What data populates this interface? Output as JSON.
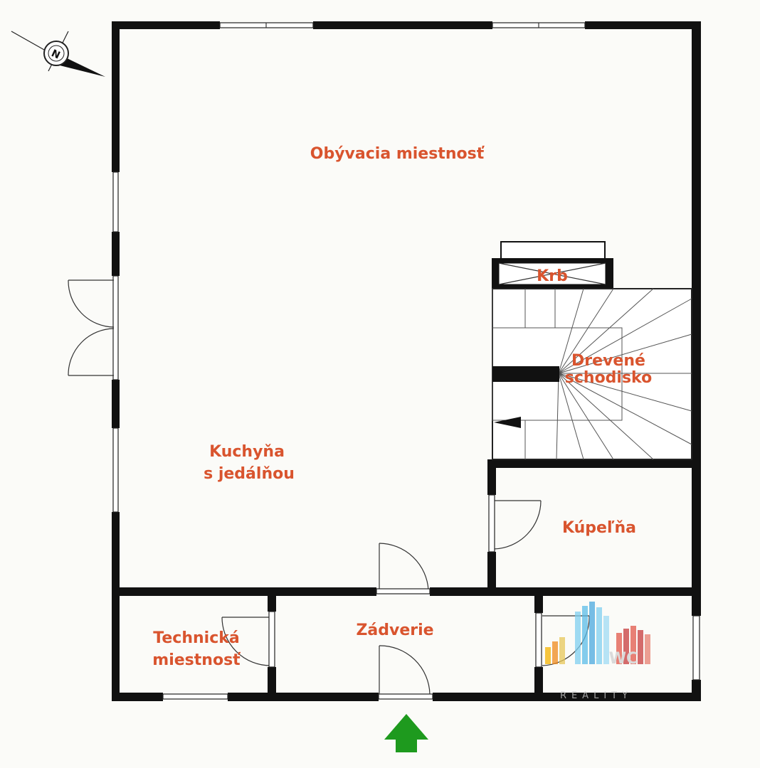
{
  "rooms": {
    "living_room": "Obývacia miestnosť",
    "fireplace": "Krb",
    "stairs_line1": "Drevené",
    "stairs_line2": "schodisko",
    "kitchen_line1": "Kuchyňa",
    "kitchen_line2": "s jedálňou",
    "bathroom": "Kúpeľňa",
    "vestibule": "Zádverie",
    "technical_line1": "Technická",
    "technical_line2": "miestnosť"
  },
  "compass": {
    "letter": "N"
  },
  "watermark": {
    "logo": "WC",
    "tagline": "REALITY"
  },
  "colors": {
    "label": "#d9542e",
    "entrance_arrow": "#1e9a1e",
    "wall": "#111111"
  }
}
